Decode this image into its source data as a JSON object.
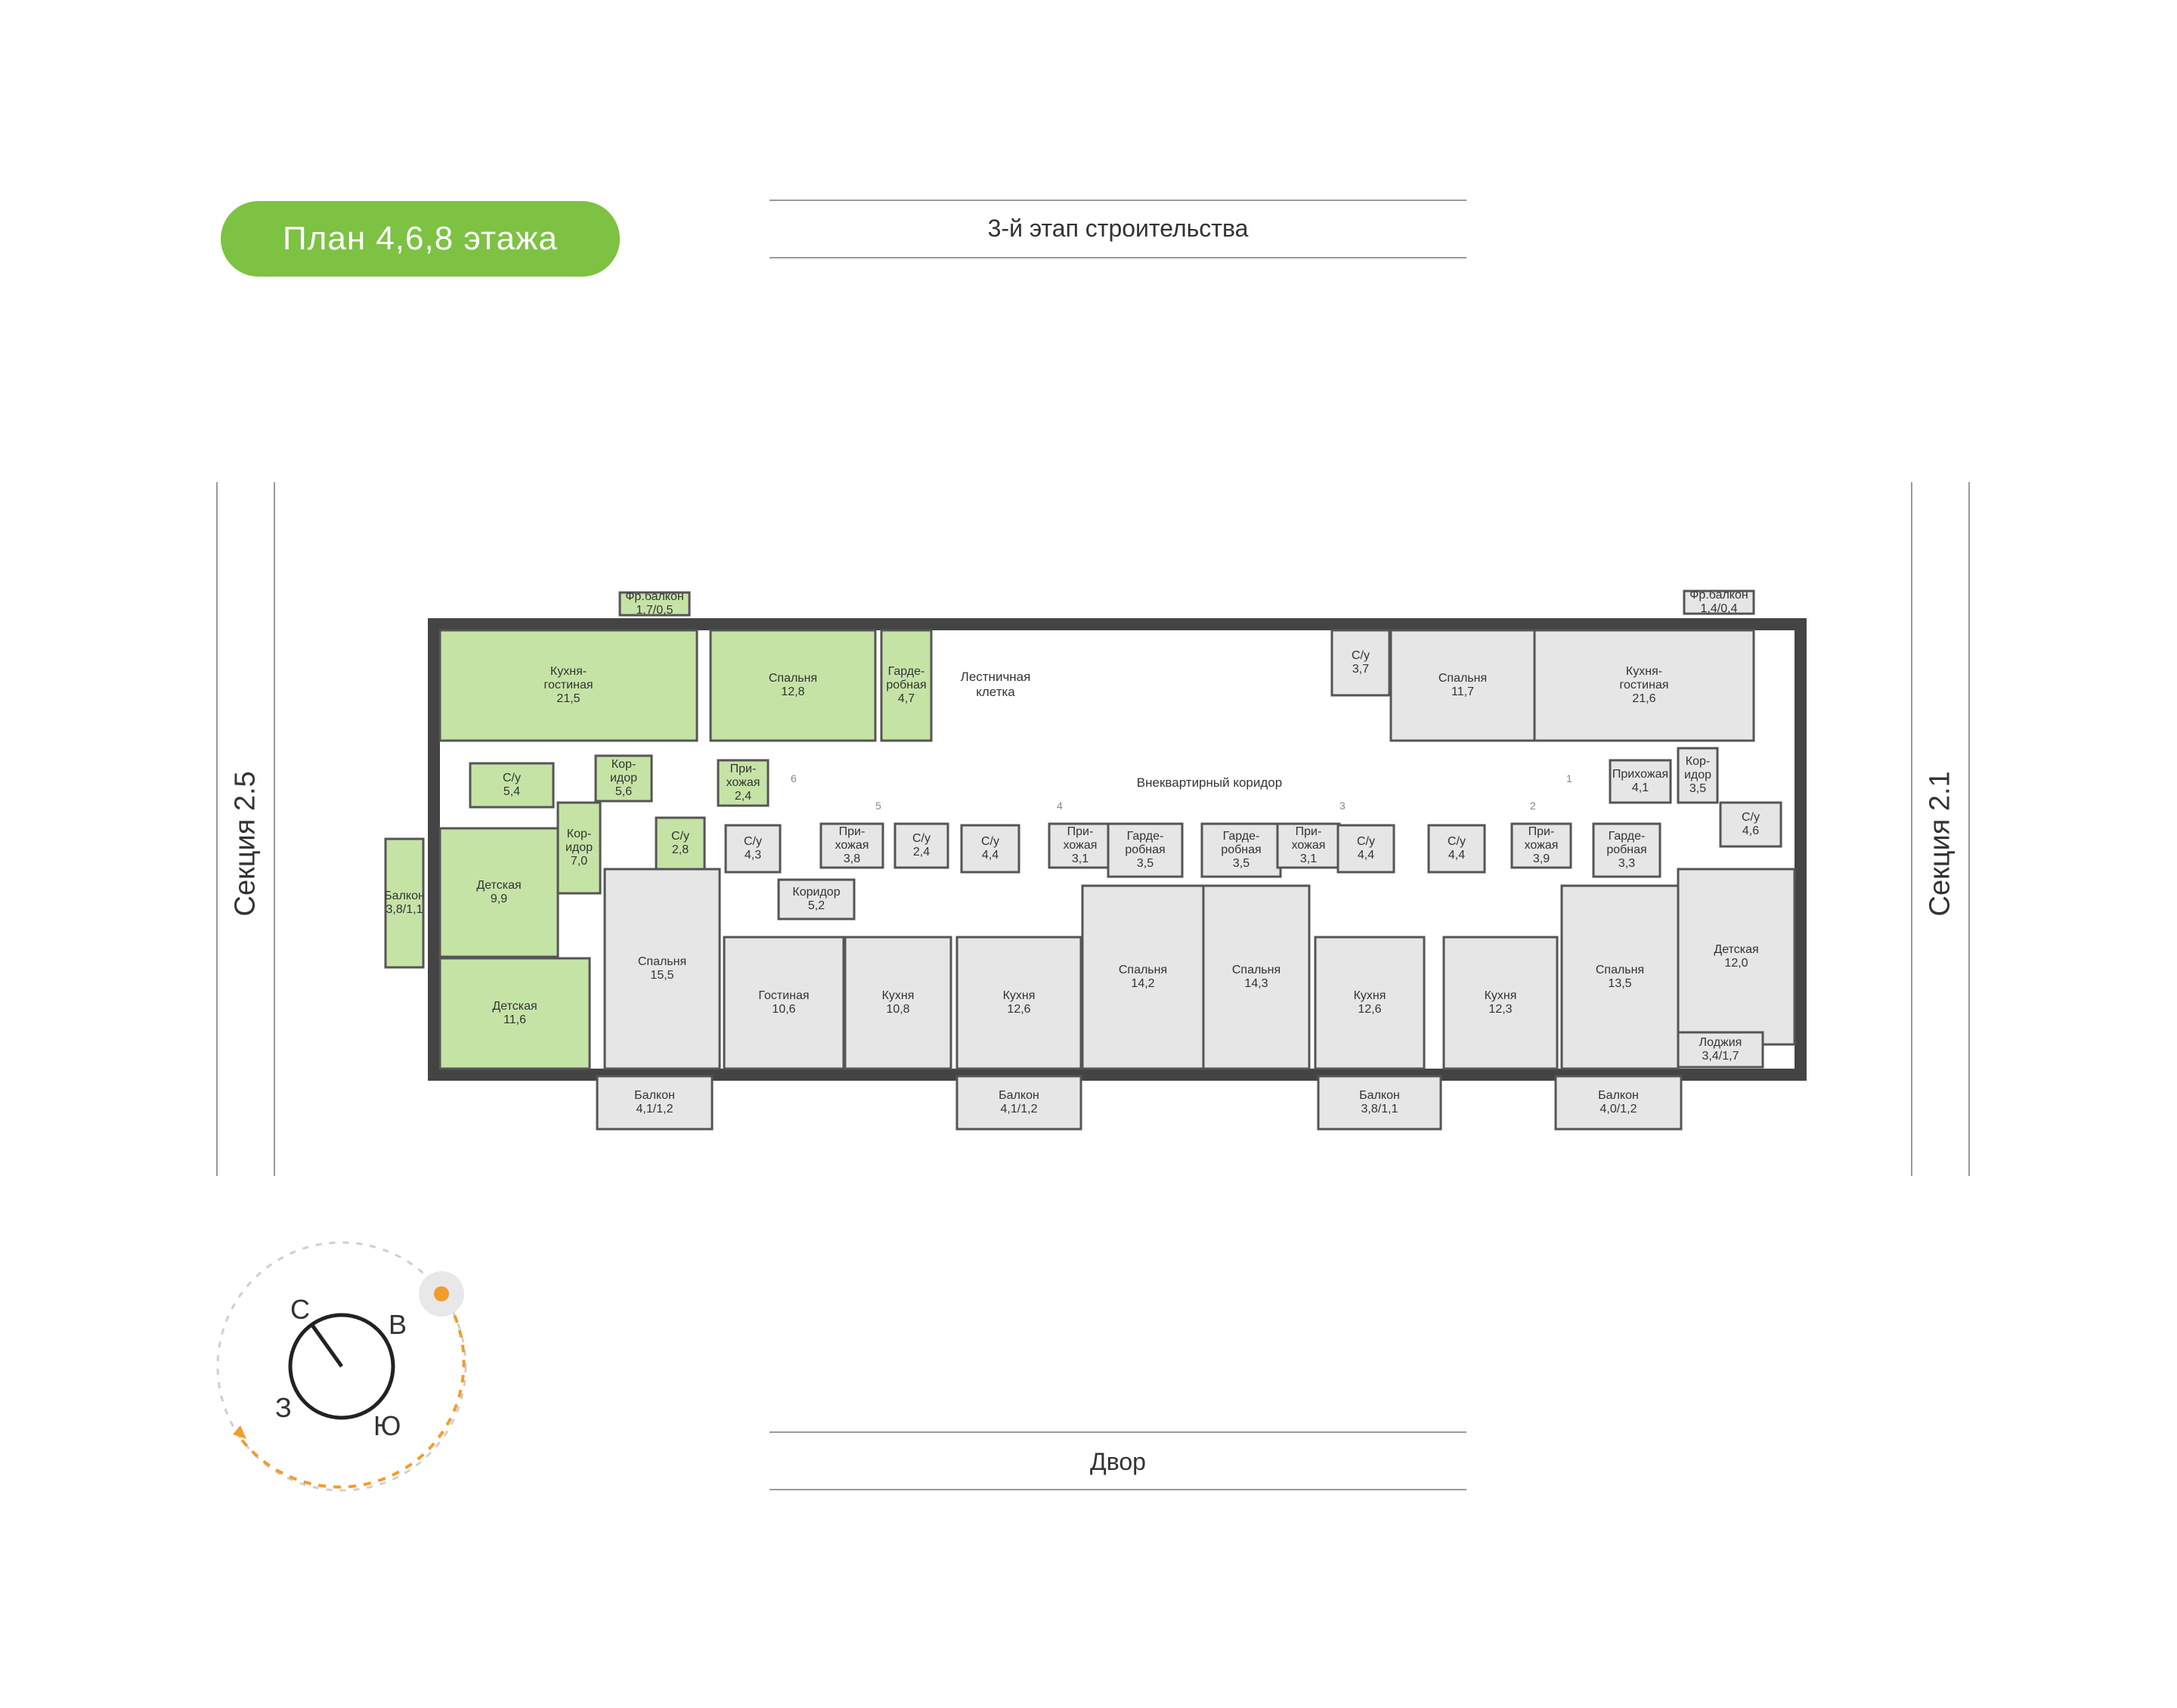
{
  "title": "План 4,6,8 этажа",
  "top_label": "3-й этап строительства",
  "bottom_label": "Двор",
  "left_section": "Секция 2.5",
  "right_section": "Секция 2.1",
  "compass": {
    "north": "С",
    "east": "В",
    "south": "Ю",
    "west": "З"
  },
  "colors": {
    "accent": "#7dc242",
    "highlight": "#c6e3a6",
    "room": "#e6e6e6",
    "wall": "#444444"
  },
  "corridor_label": "Внеквартирный коридор",
  "stair_label": "Лестничная клетка",
  "rooms": [
    {
      "id": "r1",
      "name": "Кухня-\nгостиная",
      "area": "21,5",
      "fill": "green"
    },
    {
      "id": "r2",
      "name": "Спальня",
      "area": "12,8",
      "fill": "green"
    },
    {
      "id": "r3",
      "name": "Гарде-\nробная",
      "area": "4,7",
      "fill": "green"
    },
    {
      "id": "r4",
      "name": "С/у",
      "area": "5,4",
      "fill": "green"
    },
    {
      "id": "r5",
      "name": "Кор-\nидор",
      "area": "5,6",
      "fill": "green"
    },
    {
      "id": "r6",
      "name": "При-\nхожая",
      "area": "2,4",
      "fill": "green"
    },
    {
      "id": "r7",
      "name": "Кор-\nидор",
      "area": "7,0",
      "fill": "green"
    },
    {
      "id": "r8",
      "name": "С/у",
      "area": "2,8",
      "fill": "green"
    },
    {
      "id": "r9",
      "name": "Детская",
      "area": "9,9",
      "fill": "green"
    },
    {
      "id": "r10",
      "name": "Детская",
      "area": "11,6",
      "fill": "green"
    },
    {
      "id": "r11",
      "name": "Балкон\n3,8/1,1",
      "area": "",
      "fill": "green"
    },
    {
      "id": "r12",
      "name": "Фр.балкон\n1,7/0,5",
      "area": "",
      "fill": "green"
    },
    {
      "id": "r13",
      "name": "Спальня",
      "area": "15,5",
      "fill": "grey"
    },
    {
      "id": "r14",
      "name": "С/у",
      "area": "4,3",
      "fill": "grey"
    },
    {
      "id": "r15",
      "name": "Коридор",
      "area": "5,2",
      "fill": "grey"
    },
    {
      "id": "r16",
      "name": "Гостиная",
      "area": "10,6",
      "fill": "grey"
    },
    {
      "id": "r17",
      "name": "При-\nхожая",
      "area": "3,8",
      "fill": "grey"
    },
    {
      "id": "r18",
      "name": "С/у",
      "area": "2,4",
      "fill": "grey"
    },
    {
      "id": "r19",
      "name": "Кухня",
      "area": "10,8",
      "fill": "grey"
    },
    {
      "id": "r20",
      "name": "С/у",
      "area": "4,4",
      "fill": "grey"
    },
    {
      "id": "r21",
      "name": "При-\nхожая",
      "area": "3,1",
      "fill": "grey"
    },
    {
      "id": "r22",
      "name": "Кухня",
      "area": "12,6",
      "fill": "grey"
    },
    {
      "id": "r23",
      "name": "Гарде-\nробная",
      "area": "3,5",
      "fill": "grey"
    },
    {
      "id": "r24",
      "name": "Спальня",
      "area": "14,2",
      "fill": "grey"
    },
    {
      "id": "r25",
      "name": "Гарде-\nробная",
      "area": "3,5",
      "fill": "grey"
    },
    {
      "id": "r26",
      "name": "Спальня",
      "area": "14,3",
      "fill": "grey"
    },
    {
      "id": "r27",
      "name": "При-\nхожая",
      "area": "3,1",
      "fill": "grey"
    },
    {
      "id": "r28",
      "name": "С/у",
      "area": "4,4",
      "fill": "grey"
    },
    {
      "id": "r29",
      "name": "Кухня",
      "area": "12,6",
      "fill": "grey"
    },
    {
      "id": "r30",
      "name": "С/у",
      "area": "4,4",
      "fill": "grey"
    },
    {
      "id": "r31",
      "name": "Кухня",
      "area": "12,3",
      "fill": "grey"
    },
    {
      "id": "r32",
      "name": "При-\nхожая",
      "area": "3,9",
      "fill": "grey"
    },
    {
      "id": "r33",
      "name": "Гарде-\nробная",
      "area": "3,3",
      "fill": "grey"
    },
    {
      "id": "r34",
      "name": "Спальня",
      "area": "13,5",
      "fill": "grey"
    },
    {
      "id": "r35",
      "name": "С/у",
      "area": "3,7",
      "fill": "grey"
    },
    {
      "id": "r36",
      "name": "Спальня",
      "area": "11,7",
      "fill": "grey"
    },
    {
      "id": "r37",
      "name": "Кухня-\nгостиная",
      "area": "21,6",
      "fill": "grey"
    },
    {
      "id": "r38",
      "name": "Приxожая",
      "area": "4,1",
      "fill": "grey"
    },
    {
      "id": "r39",
      "name": "Кор-\nидор",
      "area": "3,5",
      "fill": "grey"
    },
    {
      "id": "r40",
      "name": "С/у",
      "area": "4,6",
      "fill": "grey"
    },
    {
      "id": "r41",
      "name": "Детская",
      "area": "12,0",
      "fill": "grey"
    },
    {
      "id": "r42",
      "name": "Лоджия",
      "area": "3,4/1,7",
      "fill": "grey"
    },
    {
      "id": "r43",
      "name": "Фр.балкон",
      "area": "1,4/0,4",
      "fill": "grey"
    },
    {
      "id": "r44",
      "name": "Балкон",
      "area": "4,1/1,2",
      "fill": "grey"
    },
    {
      "id": "r45",
      "name": "Балкон",
      "area": "4,1/1,2",
      "fill": "grey"
    },
    {
      "id": "r46",
      "name": "Балкон",
      "area": "3,8/1,1",
      "fill": "grey"
    },
    {
      "id": "r47",
      "name": "Балкон",
      "area": "4,0/1,2",
      "fill": "grey"
    }
  ],
  "door_numbers": [
    "6",
    "5",
    "4",
    "3",
    "2",
    "1"
  ]
}
